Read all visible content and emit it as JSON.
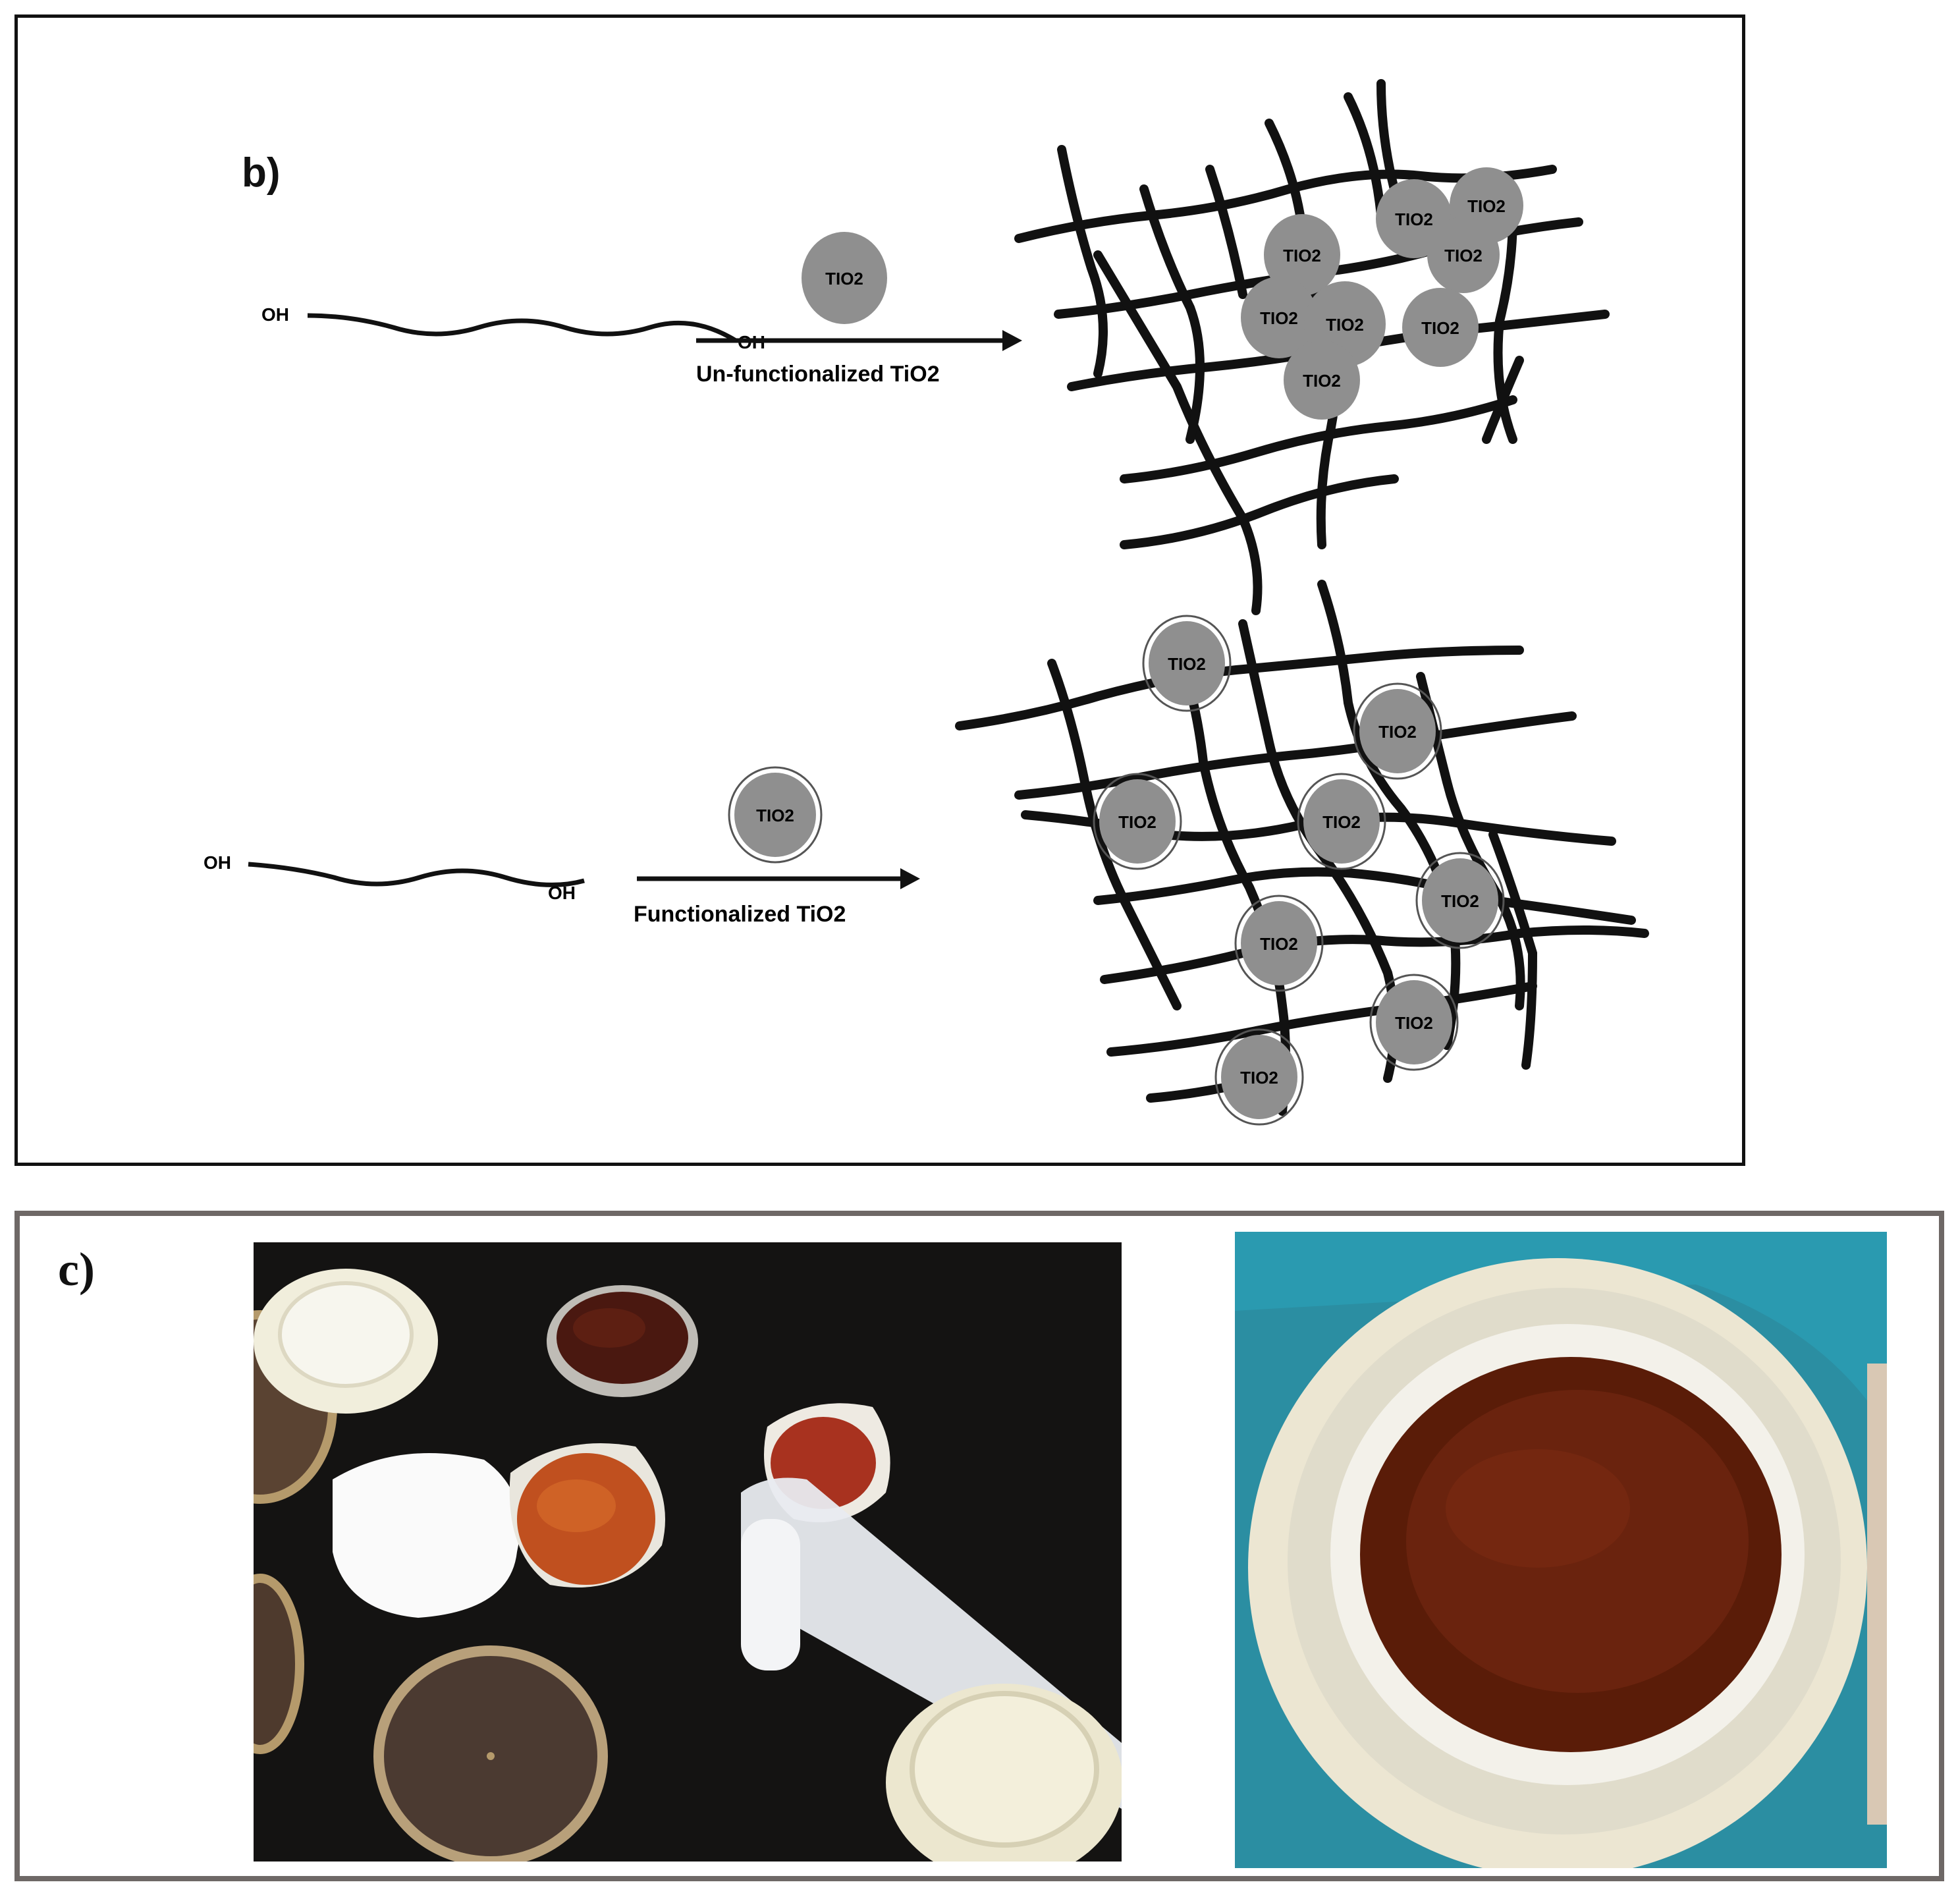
{
  "panel_b": {
    "label": "b)",
    "rows": [
      {
        "chain_ends": [
          "OH",
          "OH"
        ],
        "particle_label": "TIO2",
        "arrow_label": "Un-functionalized TiO2",
        "network_particles": [
          "TIO2",
          "TIO2",
          "TIO2",
          "TIO2",
          "TIO2",
          "TIO2",
          "TIO2",
          "TIO2"
        ]
      },
      {
        "chain_ends": [
          "OH",
          "OH"
        ],
        "particle_label": "TIO2",
        "arrow_label": "Functionalized TiO2",
        "network_particles": [
          "TIO2",
          "TIO2",
          "TIO2",
          "TIO2",
          "TIO2",
          "TIO2",
          "TIO2",
          "TIO2"
        ]
      }
    ]
  },
  "panel_c": {
    "label": "c)"
  },
  "colors": {
    "particle": "#8f8f8f",
    "polymer": "#111111",
    "frame_b": "#111111",
    "frame_c": "#6e6866"
  }
}
